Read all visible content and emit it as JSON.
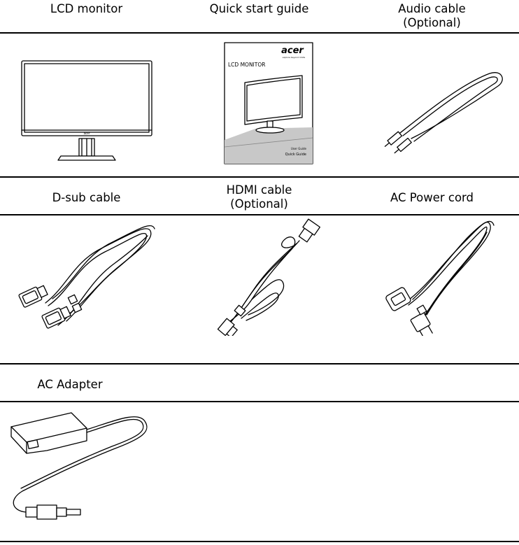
{
  "items": [
    {
      "name": "LCD monitor",
      "name2": ""
    },
    {
      "name": "Quick start guide",
      "name2": ""
    },
    {
      "name": "Audio cable",
      "name2": "(Optional)"
    },
    {
      "name": "D-sub cable",
      "name2": ""
    },
    {
      "name": "HDMI cable",
      "name2": "(Optional)"
    },
    {
      "name": "AC Power cord",
      "name2": ""
    },
    {
      "name": "AC Adapter",
      "name2": ""
    }
  ],
  "guide": {
    "brand": "acer",
    "tagline": "explore beyond limits",
    "title": "LCD MONITOR",
    "user_guide": "User Guide",
    "quick_guide": "Quick Guide"
  },
  "monitor": {
    "badge": "acer"
  }
}
